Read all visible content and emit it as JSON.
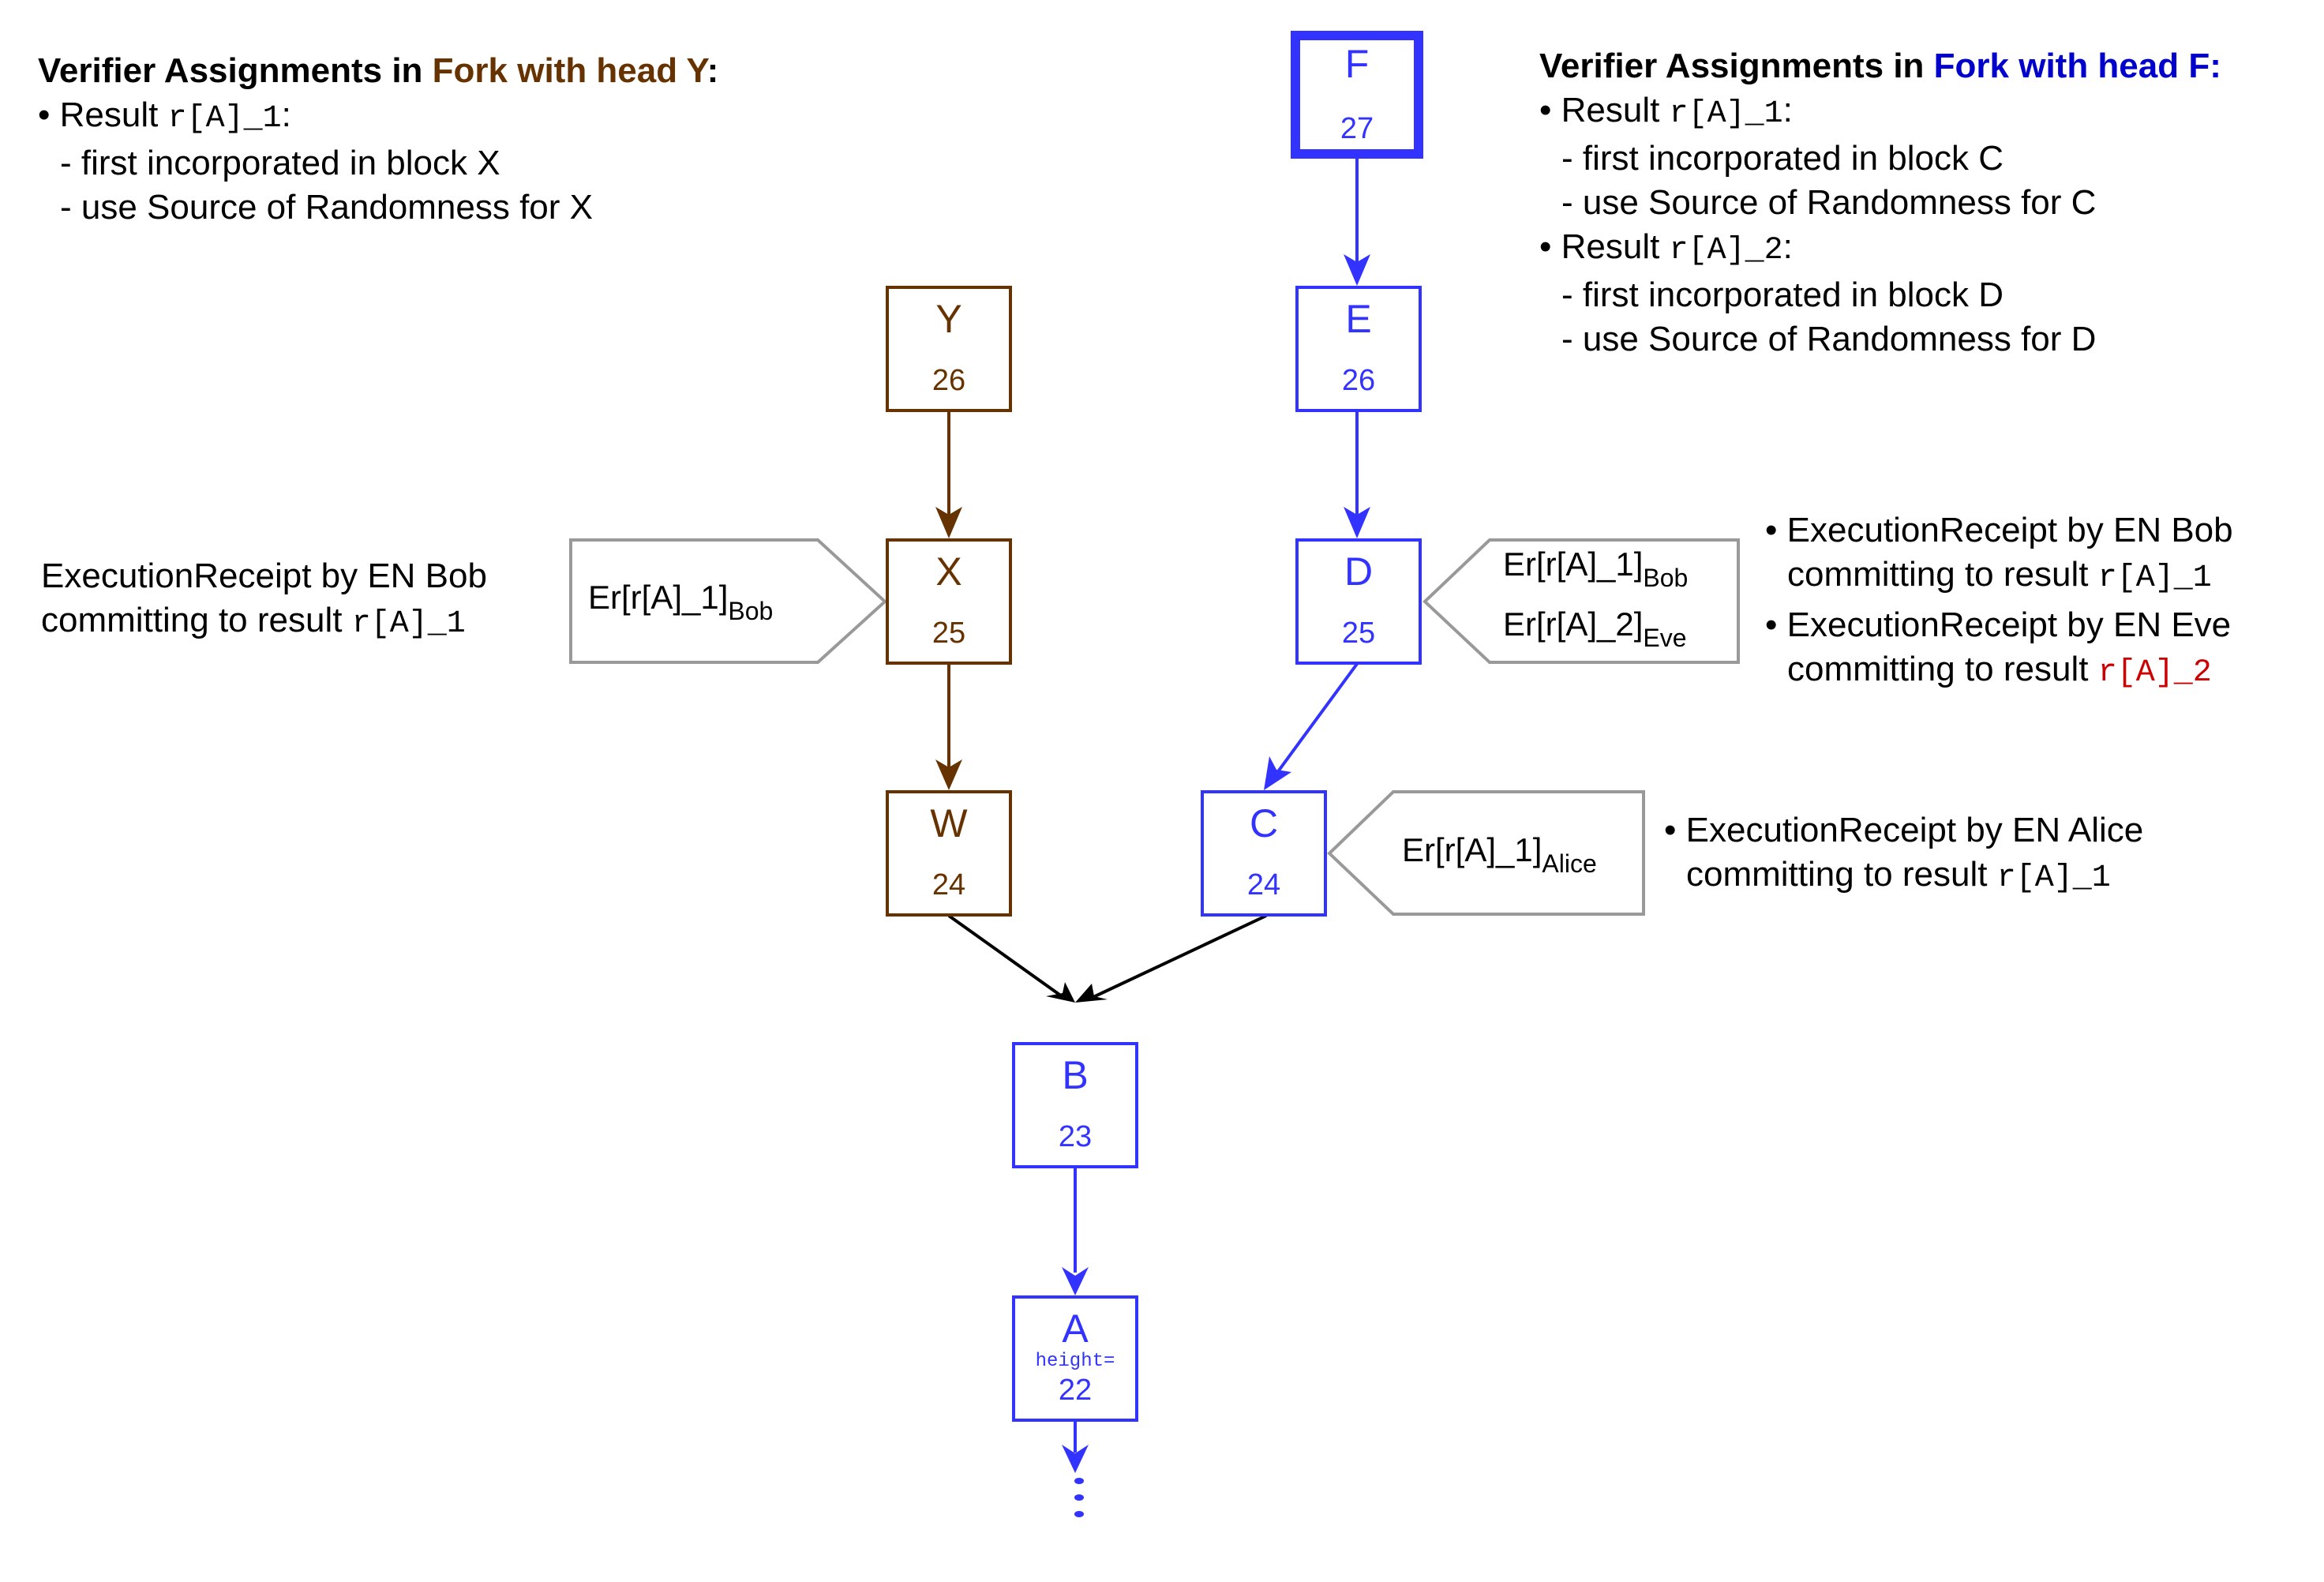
{
  "left_panel": {
    "heading_prefix": "Verifier Assignments in ",
    "heading_fork": "Fork with head Y",
    "heading_suffix": ":",
    "items": [
      {
        "bullet": "• Result ",
        "code": "r[A]_1",
        "tail": ":",
        "lines": [
          "- first incorporated in block X",
          "- use Source of Randomness for X"
        ]
      }
    ]
  },
  "right_panel": {
    "heading_prefix": "Verifier Assignments in ",
    "heading_fork": "Fork with head  F:",
    "items": [
      {
        "bullet": "• Result ",
        "code": "r[A]_1",
        "tail": ":",
        "lines": [
          "- first incorporated in block C",
          "- use Source of Randomness for C"
        ]
      },
      {
        "bullet": "• Result ",
        "code": "r[A]_2",
        "tail": ":",
        "lines": [
          "- first incorporated in block D",
          "- use Source of Randomness for D"
        ]
      }
    ]
  },
  "blocks": {
    "F": {
      "label": "F",
      "height": "27"
    },
    "E": {
      "label": "E",
      "height": "26"
    },
    "D": {
      "label": "D",
      "height": "25"
    },
    "C": {
      "label": "C",
      "height": "24"
    },
    "Y": {
      "label": "Y",
      "height": "26"
    },
    "X": {
      "label": "X",
      "height": "25"
    },
    "W": {
      "label": "W",
      "height": "24"
    },
    "B": {
      "label": "B",
      "height": "23"
    },
    "A": {
      "label": "A",
      "height_label": "height=",
      "height": "22"
    }
  },
  "receipts": {
    "x_bob": {
      "prefix": "Er[r[A]_1]",
      "sub": "Bob"
    },
    "d_bob": {
      "prefix": "Er[r[A]_1]",
      "sub": "Bob"
    },
    "d_eve": {
      "prefix": "Er[r[A]_2]",
      "sub": "Eve"
    },
    "c_alice": {
      "prefix": "Er[r[A]_1]",
      "sub": "Alice"
    }
  },
  "annotations": {
    "x_note": {
      "line1": "ExecutionReceipt by EN Bob",
      "line2": "committing to result ",
      "code": "r[A]_1"
    },
    "d_note_bob": {
      "line1": "• ExecutionReceipt by EN Bob",
      "line2": "committing to result ",
      "code": "r[A]_1"
    },
    "d_note_eve": {
      "line1": "• ExecutionReceipt by EN Eve",
      "line2": "committing to result ",
      "code": "r[A]_2"
    },
    "c_note": {
      "line1": "• ExecutionReceipt by EN Alice",
      "line2": "committing to result ",
      "code": "r[A]_1"
    }
  },
  "edges": [
    {
      "from": "F",
      "to": "E",
      "color": "blue"
    },
    {
      "from": "E",
      "to": "D",
      "color": "blue"
    },
    {
      "from": "D",
      "to": "C",
      "color": "blue"
    },
    {
      "from": "C",
      "to": "B",
      "color": "black"
    },
    {
      "from": "Y",
      "to": "X",
      "color": "brown"
    },
    {
      "from": "X",
      "to": "W",
      "color": "brown"
    },
    {
      "from": "W",
      "to": "B",
      "color": "black"
    },
    {
      "from": "B",
      "to": "A",
      "color": "blue"
    },
    {
      "from": "A",
      "to": "...",
      "color": "blue"
    }
  ],
  "colors": {
    "brown": "#663300",
    "blue": "#3333ff",
    "heading_blue": "#0000cc",
    "red": "#cc0000",
    "callout_gray": "#999999",
    "black": "#000000"
  }
}
